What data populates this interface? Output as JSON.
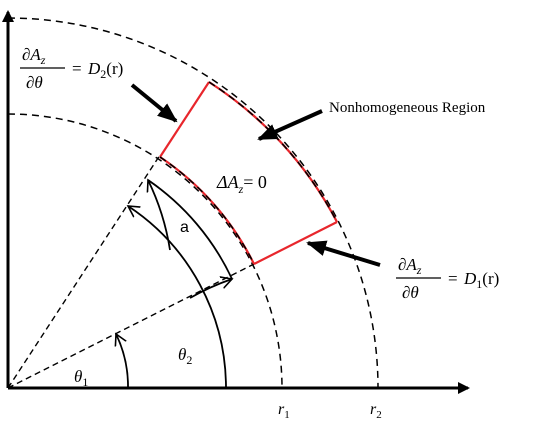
{
  "labels": {
    "dA": "∂A",
    "z": "z",
    "dtheta": "∂θ",
    "equals": "=",
    "D": "D",
    "two": "2",
    "one": "1",
    "r_arg": "(r)",
    "region": "Nonhomogeneous Region",
    "delta_eq": "ΔA",
    "eq_zero": "= 0",
    "a": "a",
    "theta": "θ",
    "r": "r"
  },
  "colors": {
    "region_outline": "#e8262c",
    "ink": "#000000"
  }
}
